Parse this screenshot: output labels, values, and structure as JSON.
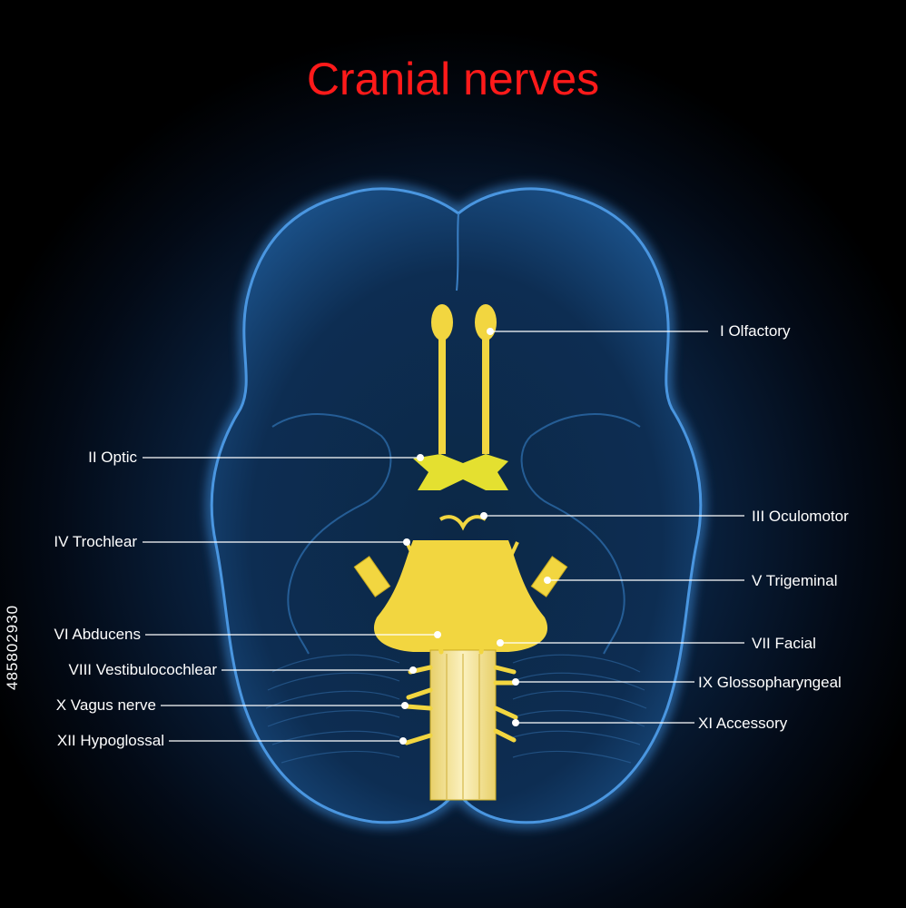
{
  "title": "Cranial nerves",
  "stock_id": "485802930",
  "colors": {
    "title": "#ff1a1a",
    "nerve": "#f2d640",
    "brain_glow": "#2a6fb0",
    "background": "#000000",
    "leader": "#ffffff"
  },
  "labels": {
    "olfactory": "I Olfactory",
    "optic": "II Optic",
    "oculomotor": "III Oculomotor",
    "trochlear": "IV Trochlear",
    "trigeminal": "V Trigeminal",
    "abducens": "VI Abducens",
    "facial": "VII Facial",
    "vestibulocochlear": "VIII Vestibulocochlear",
    "glossopharyngeal": "IX Glossopharyngeal",
    "vagus": "X Vagus nerve",
    "accessory": "XI Accessory",
    "hypoglossal": "XII Hypoglossal"
  }
}
